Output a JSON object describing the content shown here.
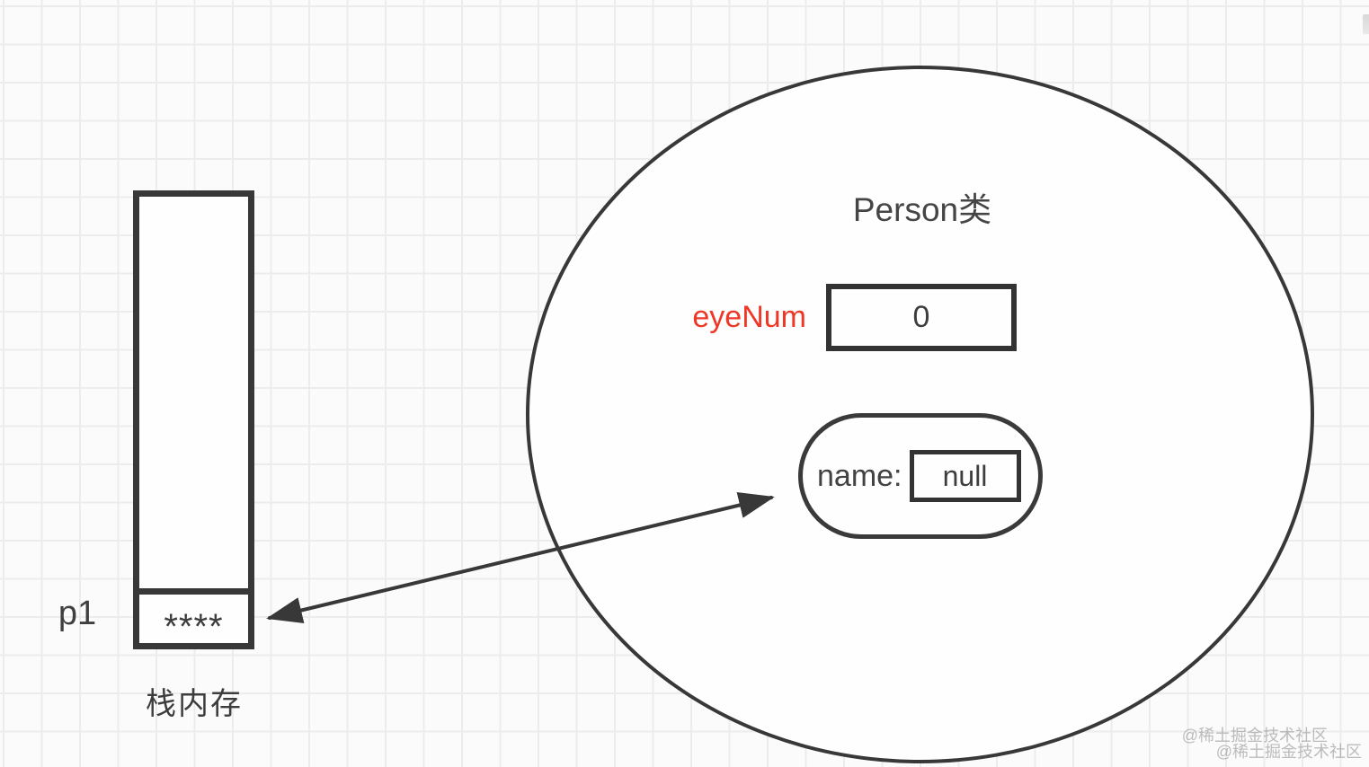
{
  "diagram": {
    "stack": {
      "pointer_label": "p1",
      "cell_value": "****",
      "caption": "栈内存"
    },
    "person": {
      "title": "Person类",
      "eyenum_label": "eyeNum",
      "eyenum_value": "0",
      "name_label": "name:",
      "name_value": "null"
    },
    "colors": {
      "stroke": "#383838",
      "text": "#3d3d3d",
      "field_label_red": "#ee3726",
      "grid_line": "#ececec",
      "background": "#fbfbfb",
      "watermark_gray": "#919191"
    }
  },
  "watermark": {
    "line1": "@稀土掘金技术社区",
    "line2": "@稀土掘金技术社区"
  }
}
